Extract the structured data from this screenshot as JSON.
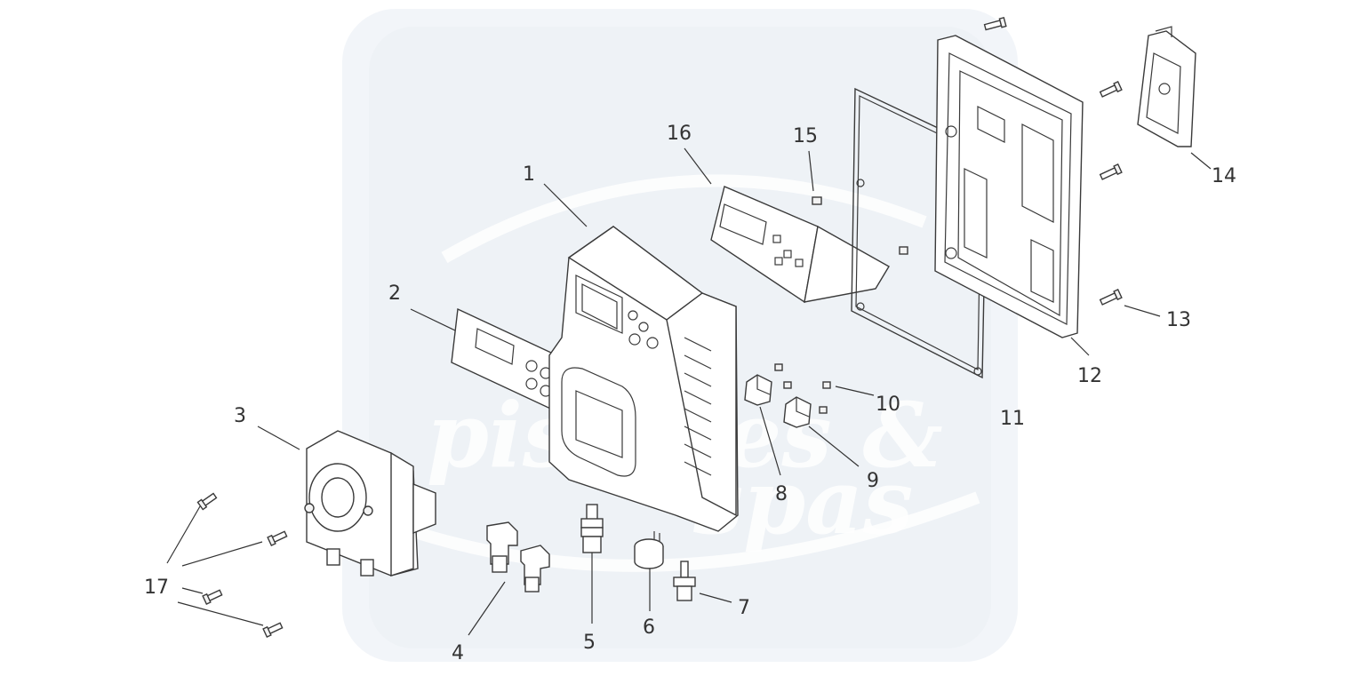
{
  "watermark": {
    "line1": "piscines &",
    "line2": "spas",
    "color": "#e9eef4"
  },
  "callouts": [
    "1",
    "2",
    "3",
    "4",
    "5",
    "6",
    "7",
    "8",
    "9",
    "10",
    "11",
    "12",
    "13",
    "14",
    "15",
    "16",
    "17"
  ],
  "line_color": "#3a3a3a"
}
